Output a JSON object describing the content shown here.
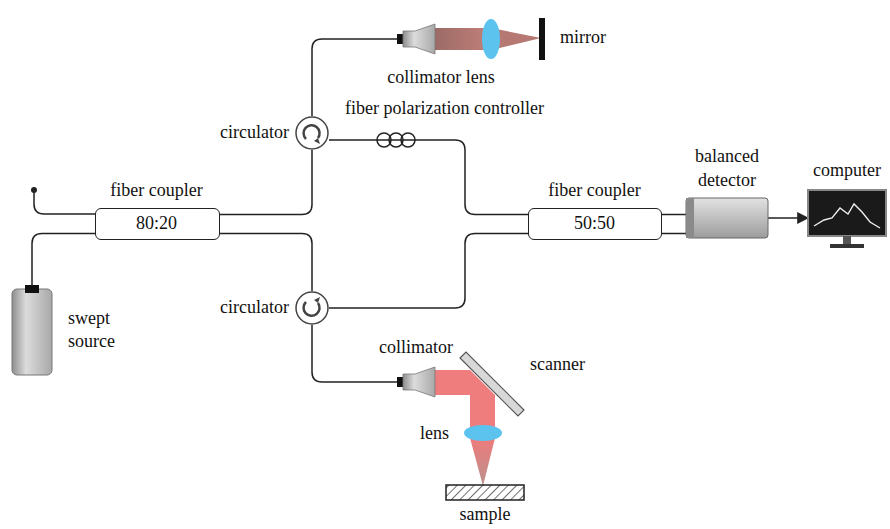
{
  "diagram": {
    "nodes": [
      {
        "text": [
          "fiber coupler",
          "80:20"
        ]
      },
      {
        "text": [
          "swept source"
        ]
      },
      {
        "text": [
          "circulator"
        ]
      },
      {
        "text": [
          "circulator"
        ]
      },
      {
        "text": [
          "collimator lens"
        ]
      },
      {
        "text": [
          "collimator"
        ]
      },
      {
        "text": [
          "fiber coupler",
          "50:50"
        ]
      },
      {
        "text": [
          "balanced detector"
        ]
      },
      {
        "text": [
          "computer"
        ]
      }
    ],
    "edges": [
      {
        "from": 1,
        "to": 0,
        "arrow": "none"
      },
      {
        "from": 0,
        "to": 2,
        "arrow": "none"
      },
      {
        "from": 0,
        "to": 3,
        "arrow": "none"
      },
      {
        "from": 2,
        "to": 4,
        "arrow": "none"
      },
      {
        "from": 3,
        "to": 5,
        "arrow": "none"
      },
      {
        "from": 2,
        "to": 6,
        "arrow": "none"
      },
      {
        "from": 3,
        "to": 6,
        "arrow": "none"
      },
      {
        "from": 6,
        "to": 7,
        "arrow": "none"
      },
      {
        "from": 7,
        "to": 8,
        "arrow": "to"
      }
    ],
    "labels": [
      "mirror",
      "fiber polarization controller",
      "scanner",
      "lens",
      "sample"
    ]
  }
}
